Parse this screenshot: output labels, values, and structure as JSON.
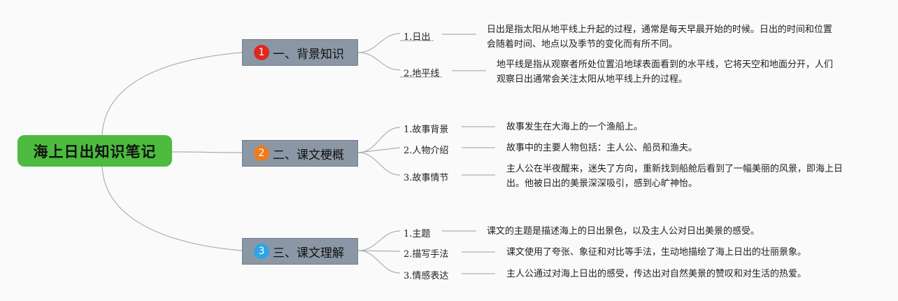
{
  "root": {
    "title": "海上日出知识笔记"
  },
  "colors": {
    "root_bg": "#4cbb3f",
    "branch_bg": "#8b97a5",
    "badge_red": "#e0281e",
    "badge_orange": "#f07a1c",
    "badge_blue": "#2aa6e6",
    "line": "#a9b1ba"
  },
  "branches": [
    {
      "number": "1",
      "title": "一、背景知识",
      "children": [
        {
          "label": "1.日出",
          "text": "日出是指太阳从地平线上升起的过程，通常是每天早晨开始的时候。日出的时间和位置会随着时间、地点以及季节的变化而有所不同。"
        },
        {
          "label": "2.地平线",
          "text": "地平线是指从观察者所处位置沿地球表面看到的水平线，它将天空和地面分开，人们观察日出通常会关注太阳从地平线上升的过程。"
        }
      ]
    },
    {
      "number": "2",
      "title": "二、课文梗概",
      "children": [
        {
          "label": "1.故事背景",
          "text": "故事发生在大海上的一个渔船上。"
        },
        {
          "label": "2.人物介绍",
          "text": "故事中的主要人物包括：主人公、船员和渔夫。"
        },
        {
          "label": "3.故事情节",
          "text": "主人公在半夜醒来，迷失了方向，重新找到船舱后看到了一幅美丽的风景，即海上日出。他被日出的美景深深吸引，感到心旷神怡。"
        }
      ]
    },
    {
      "number": "3",
      "title": "三、课文理解",
      "children": [
        {
          "label": "1.主题",
          "text": "课文的主题是描述海上的日出景色，以及主人公对日出美景的感受。"
        },
        {
          "label": "2.描写手法",
          "text": "课文使用了夸张、象征和对比等手法，生动地描绘了海上日出的壮丽景象。"
        },
        {
          "label": "3.情感表达",
          "text": "主人公通过对海上日出的感受，传达出对自然美景的赞叹和对生活的热爱。"
        }
      ]
    }
  ]
}
